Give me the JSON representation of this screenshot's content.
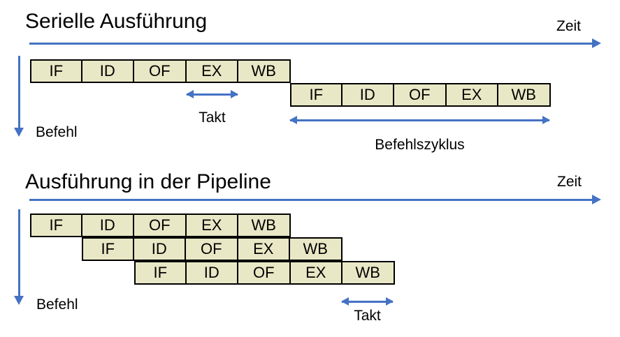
{
  "stages": [
    "IF",
    "ID",
    "OF",
    "EX",
    "WB"
  ],
  "serial": {
    "title": "Serielle Ausführung",
    "time_label": "Zeit",
    "instruction_label": "Befehl",
    "clock_label": "Takt",
    "cycle_label": "Befehlszyklus"
  },
  "pipeline": {
    "title": "Ausführung in der Pipeline",
    "time_label": "Zeit",
    "instruction_label": "Befehl",
    "clock_label": "Takt"
  },
  "colors": {
    "arrow": "#4472C4",
    "cell_fill": "#E9E8C6",
    "cell_border": "#000000"
  }
}
